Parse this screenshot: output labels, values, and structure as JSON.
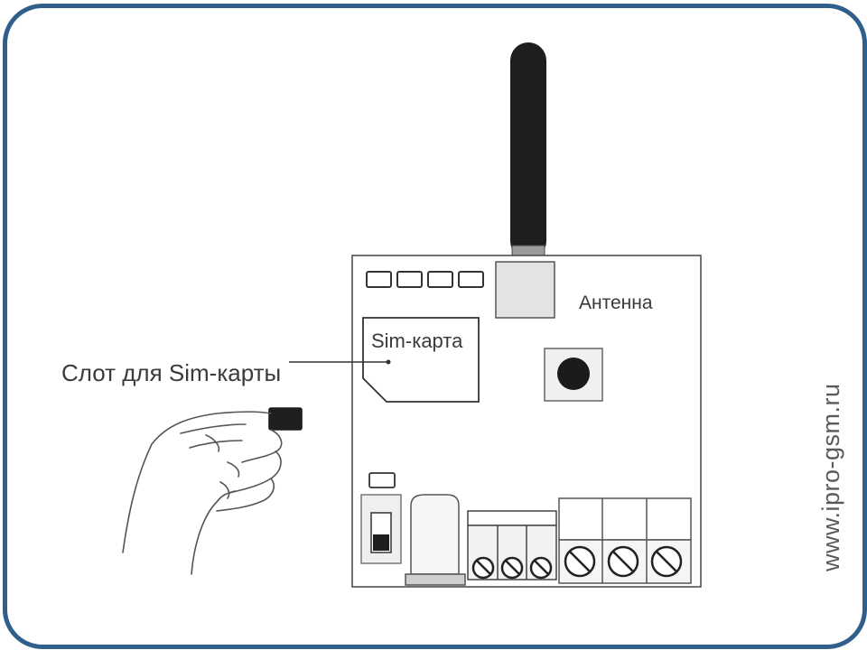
{
  "labels": {
    "antenna": "Антенна",
    "sim_card": "Sim-карта",
    "sim_slot": "Слот для Sim-карты"
  },
  "watermark": "www.ipro-gsm.ru",
  "colors": {
    "frame_border": "#2f5f8a",
    "line": "#3a3a3a",
    "antenna": "#1e1e1e"
  }
}
